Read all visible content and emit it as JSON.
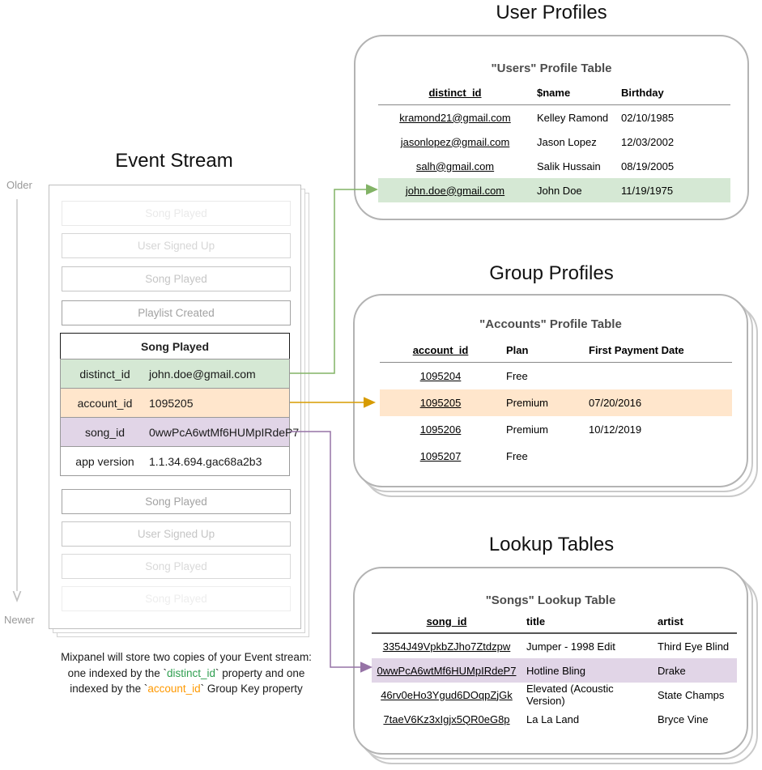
{
  "titles": {
    "event_stream": "Event Stream",
    "user_profiles": "User Profiles",
    "group_profiles": "Group Profiles",
    "lookup_tables": "Lookup Tables"
  },
  "timeline": {
    "older": "Older",
    "newer": "Newer"
  },
  "event_stream": {
    "events_before": [
      {
        "label": "Song Played"
      },
      {
        "label": "User Signed Up"
      },
      {
        "label": "Song Played"
      },
      {
        "label": "Playlist Created"
      }
    ],
    "active_event": {
      "title": "Song Played",
      "properties": [
        {
          "key": "distinct_id",
          "value": "john.doe@gmail.com",
          "highlight": "#d5e8d4"
        },
        {
          "key": "account_id",
          "value": "1095205",
          "highlight": "#ffe6cc"
        },
        {
          "key": "song_id",
          "value": "0wwPcA6wtMf6HUMpIRdeP7",
          "highlight": "#e1d5e7"
        },
        {
          "key": "app version",
          "value": "1.1.34.694.gac68a2b3",
          "highlight": "none"
        }
      ]
    },
    "events_after": [
      {
        "label": "Song Played"
      },
      {
        "label": "User Signed Up"
      },
      {
        "label": "Song Played"
      },
      {
        "label": "Song Played"
      }
    ]
  },
  "caption": {
    "line1": "Mixpanel will store two copies of your Event stream:",
    "line2_pre": "one indexed by the `",
    "line2_code": "distinct_id",
    "line2_post": "` property and one",
    "line3_pre": "indexed by the `",
    "line3_code": "account_id",
    "line3_post": "` Group Key property"
  },
  "user_profiles": {
    "table_title": "\"Users\" Profile Table",
    "columns": [
      "distinct_id",
      "$name",
      "Birthday"
    ],
    "rows": [
      [
        "kramond21@gmail.com",
        "Kelley Ramond",
        "02/10/1985"
      ],
      [
        "jasonlopez@gmail.com",
        "Jason Lopez",
        "12/03/2002"
      ],
      [
        "salh@gmail.com",
        "Salik Hussain",
        "08/19/2005"
      ],
      [
        "john.doe@gmail.com",
        "John Doe",
        "11/19/1975"
      ]
    ],
    "highlighted_row_index": 3,
    "highlight_color": "#d5e8d4"
  },
  "group_profiles": {
    "table_title": "\"Accounts\" Profile Table",
    "columns": [
      "account_id",
      "Plan",
      "First Payment Date"
    ],
    "rows": [
      [
        "1095204",
        "Free",
        ""
      ],
      [
        "1095205",
        "Premium",
        "07/20/2016"
      ],
      [
        "1095206",
        "Premium",
        "10/12/2019"
      ],
      [
        "1095207",
        "Free",
        ""
      ]
    ],
    "highlighted_row_index": 1,
    "highlight_color": "#ffe6cc"
  },
  "lookup_tables": {
    "table_title": "\"Songs\" Lookup Table",
    "columns": [
      "song_id",
      "title",
      "artist"
    ],
    "rows": [
      [
        "3354J49VpkbZJho7Ztdzpw",
        "Jumper - 1998 Edit",
        "Third Eye Blind"
      ],
      [
        "0wwPcA6wtMf6HUMpIRdeP7",
        "Hotline Bling",
        "Drake"
      ],
      [
        "46rv0eHo3Ygud6DOqpZjGk",
        "Elevated (Acoustic Version)",
        "State Champs"
      ],
      [
        "7taeV6Kz3xIgjx5QR0eG8p",
        "La La Land",
        "Bryce Vine"
      ]
    ],
    "highlighted_row_index": 1,
    "highlight_color": "#e1d5e7"
  },
  "connectors": {
    "distinct_id_arrow_color": "#82b366",
    "account_id_arrow_color": "#d79b00",
    "song_id_arrow_color": "#9673a6",
    "timeline_arrow_color": "#bfbfbf"
  }
}
